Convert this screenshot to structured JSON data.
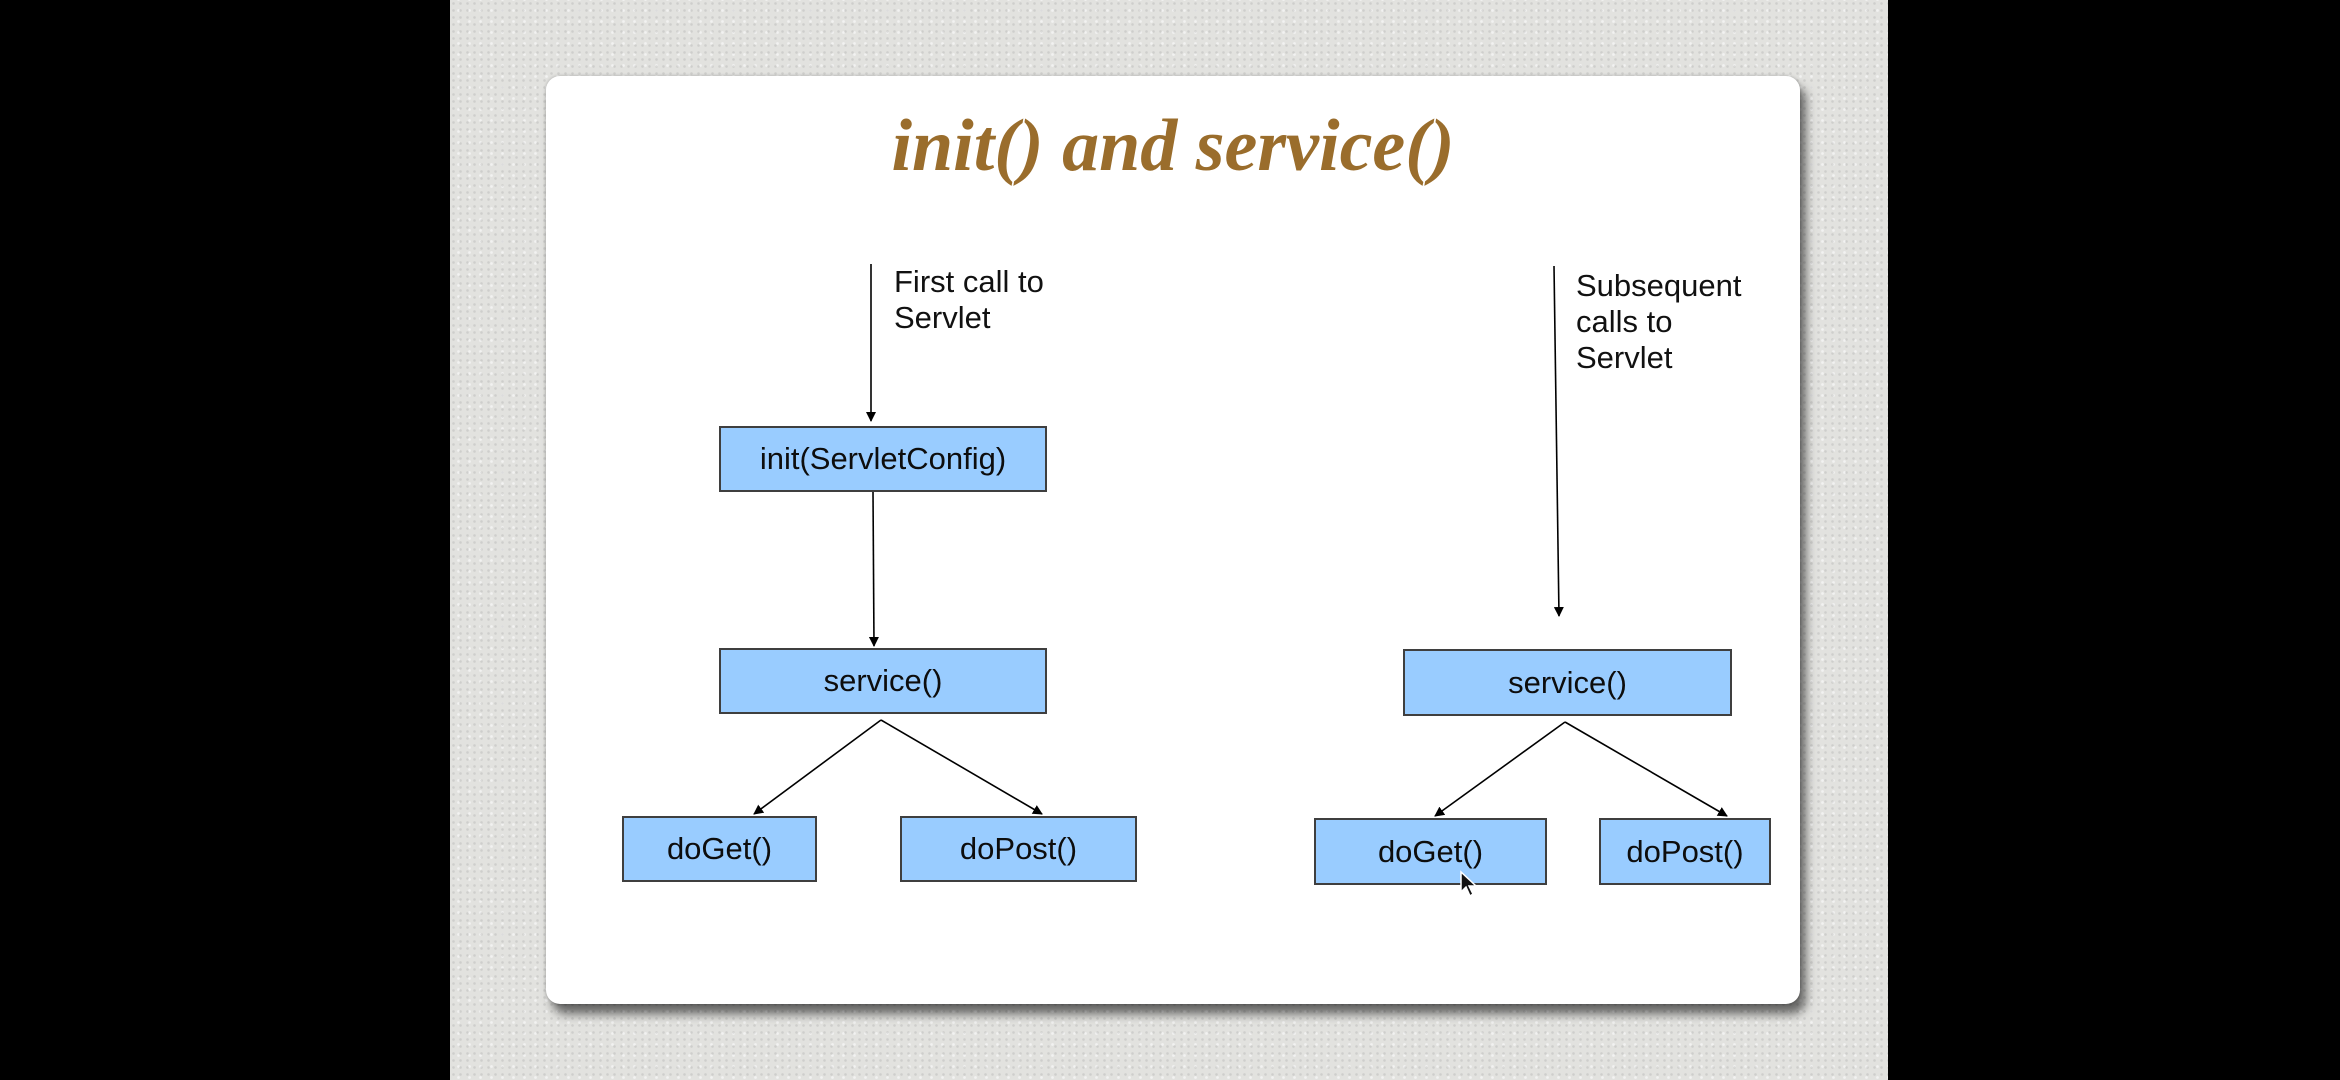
{
  "slide": {
    "title": "init() and service()"
  },
  "diagram": {
    "left_flow": {
      "entry_label": [
        "First call to",
        "Servlet"
      ],
      "init_box": "init(ServletConfig)",
      "service_box": "service()",
      "do_get_box": "doGet()",
      "do_post_box": "doPost()"
    },
    "right_flow": {
      "entry_label": [
        "Subsequent",
        "calls to",
        "Servlet"
      ],
      "service_box": "service()",
      "do_get_box": "doGet()",
      "do_post_box": "doPost()"
    }
  },
  "colors": {
    "title": "#9a6d2c",
    "box_fill": "#99ccff",
    "box_border": "#3f3f3f",
    "arrow": "#000000"
  },
  "icons": {
    "cursor": "mouse-pointer-icon"
  }
}
